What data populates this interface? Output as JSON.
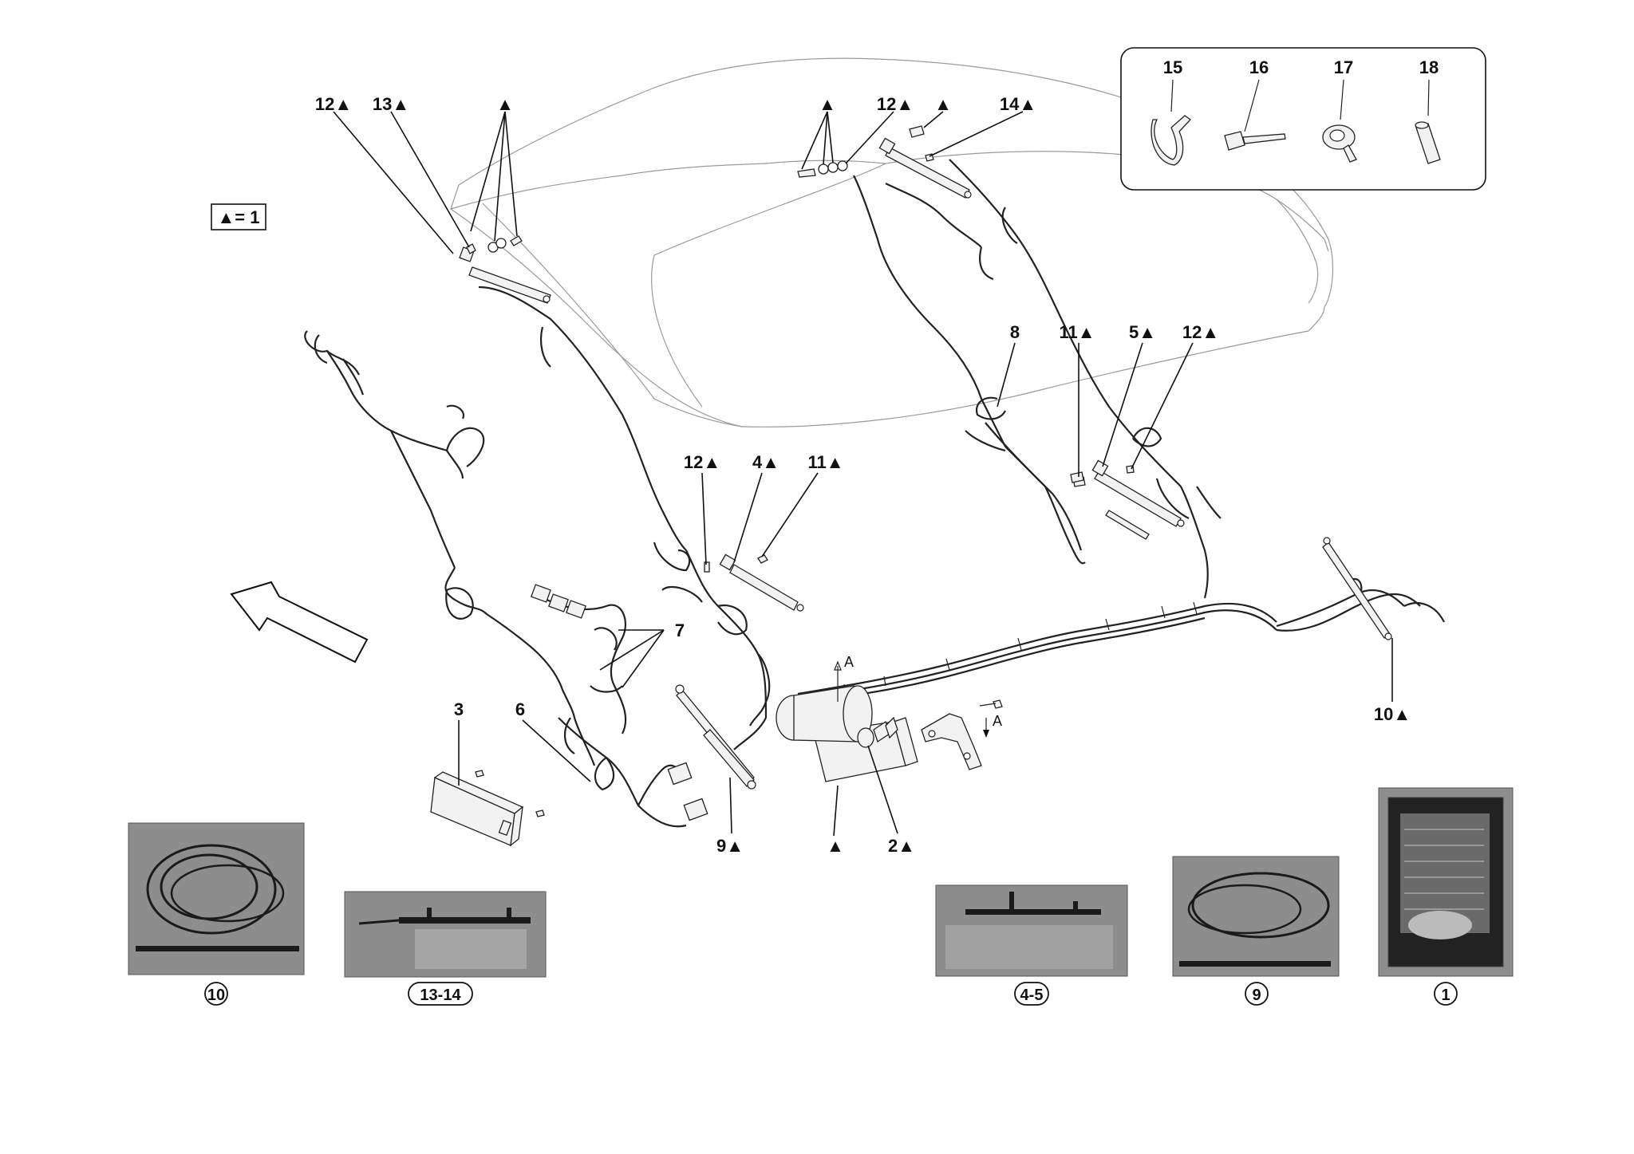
{
  "legend": {
    "text": "▲= 1"
  },
  "callouts": [
    {
      "id": "c-12a",
      "text": "12▲"
    },
    {
      "id": "c-13",
      "text": "13▲"
    },
    {
      "id": "c-tri-a",
      "text": "▲"
    },
    {
      "id": "c-tri-b",
      "text": "▲"
    },
    {
      "id": "c-12b",
      "text": "12▲"
    },
    {
      "id": "c-tri-c",
      "text": "▲"
    },
    {
      "id": "c-14",
      "text": "14▲"
    },
    {
      "id": "c-8",
      "text": "8"
    },
    {
      "id": "c-11a",
      "text": "11▲"
    },
    {
      "id": "c-5",
      "text": "5▲"
    },
    {
      "id": "c-12c",
      "text": "12▲"
    },
    {
      "id": "c-12d",
      "text": "12▲"
    },
    {
      "id": "c-4",
      "text": "4▲"
    },
    {
      "id": "c-11b",
      "text": "11▲"
    },
    {
      "id": "c-7",
      "text": "7"
    },
    {
      "id": "c-3",
      "text": "3"
    },
    {
      "id": "c-6",
      "text": "6"
    },
    {
      "id": "c-9",
      "text": "9▲"
    },
    {
      "id": "c-tri-d",
      "text": "▲"
    },
    {
      "id": "c-2",
      "text": "2▲"
    },
    {
      "id": "c-10",
      "text": "10▲"
    },
    {
      "id": "c-A1",
      "text": "A"
    },
    {
      "id": "c-A2",
      "text": "A"
    }
  ],
  "inset": {
    "items": [
      {
        "number": "15"
      },
      {
        "number": "16"
      },
      {
        "number": "17"
      },
      {
        "number": "18"
      }
    ]
  },
  "kits": [
    {
      "label": "10"
    },
    {
      "label": "13-14"
    },
    {
      "label": "4-5"
    },
    {
      "label": "9"
    },
    {
      "label": "1"
    }
  ]
}
